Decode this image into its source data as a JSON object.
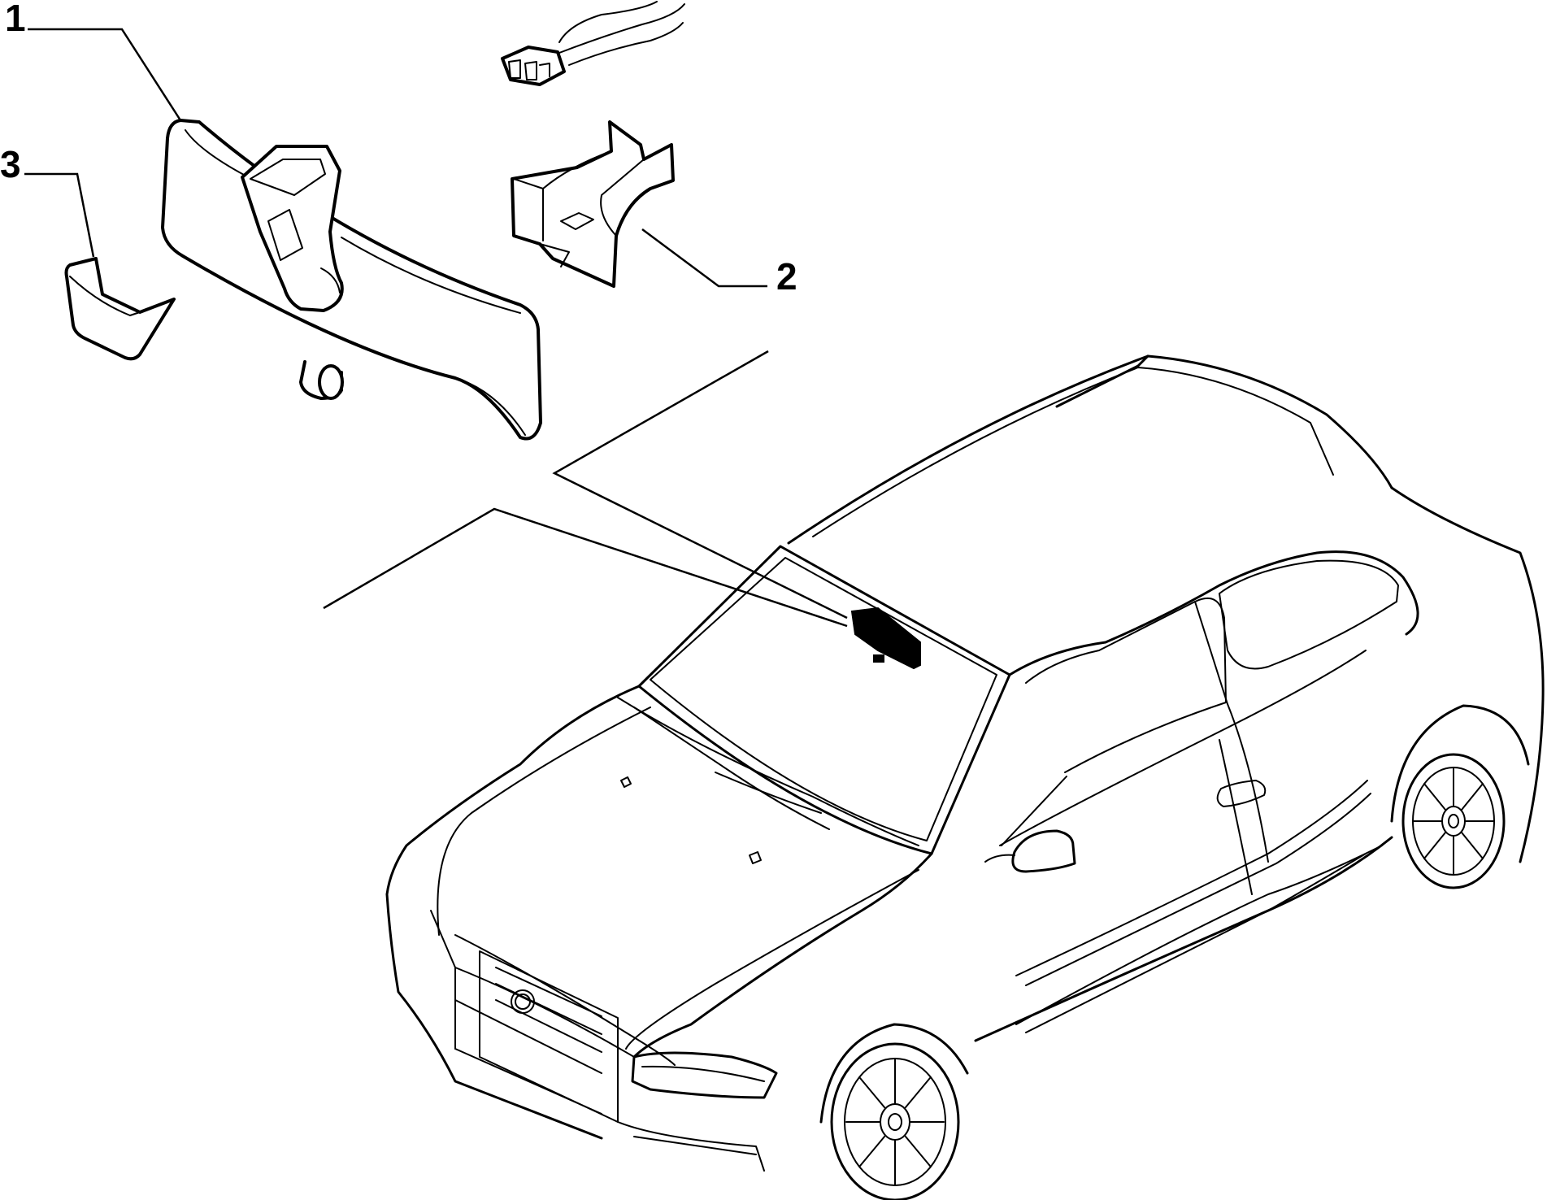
{
  "callouts": [
    {
      "id": "1",
      "label": "1"
    },
    {
      "id": "2",
      "label": "2"
    },
    {
      "id": "3",
      "label": "3"
    }
  ],
  "colors": {
    "line": "#000000",
    "background": "#ffffff",
    "highlight": "#000000"
  },
  "parts": [
    {
      "ref": "1",
      "icon": "interior-mirror-icon"
    },
    {
      "ref": "2",
      "icon": "mirror-bracket-icon"
    },
    {
      "ref": "3",
      "icon": "mirror-cover-icon"
    },
    {
      "ref": "",
      "icon": "wiring-connector-icon"
    }
  ]
}
